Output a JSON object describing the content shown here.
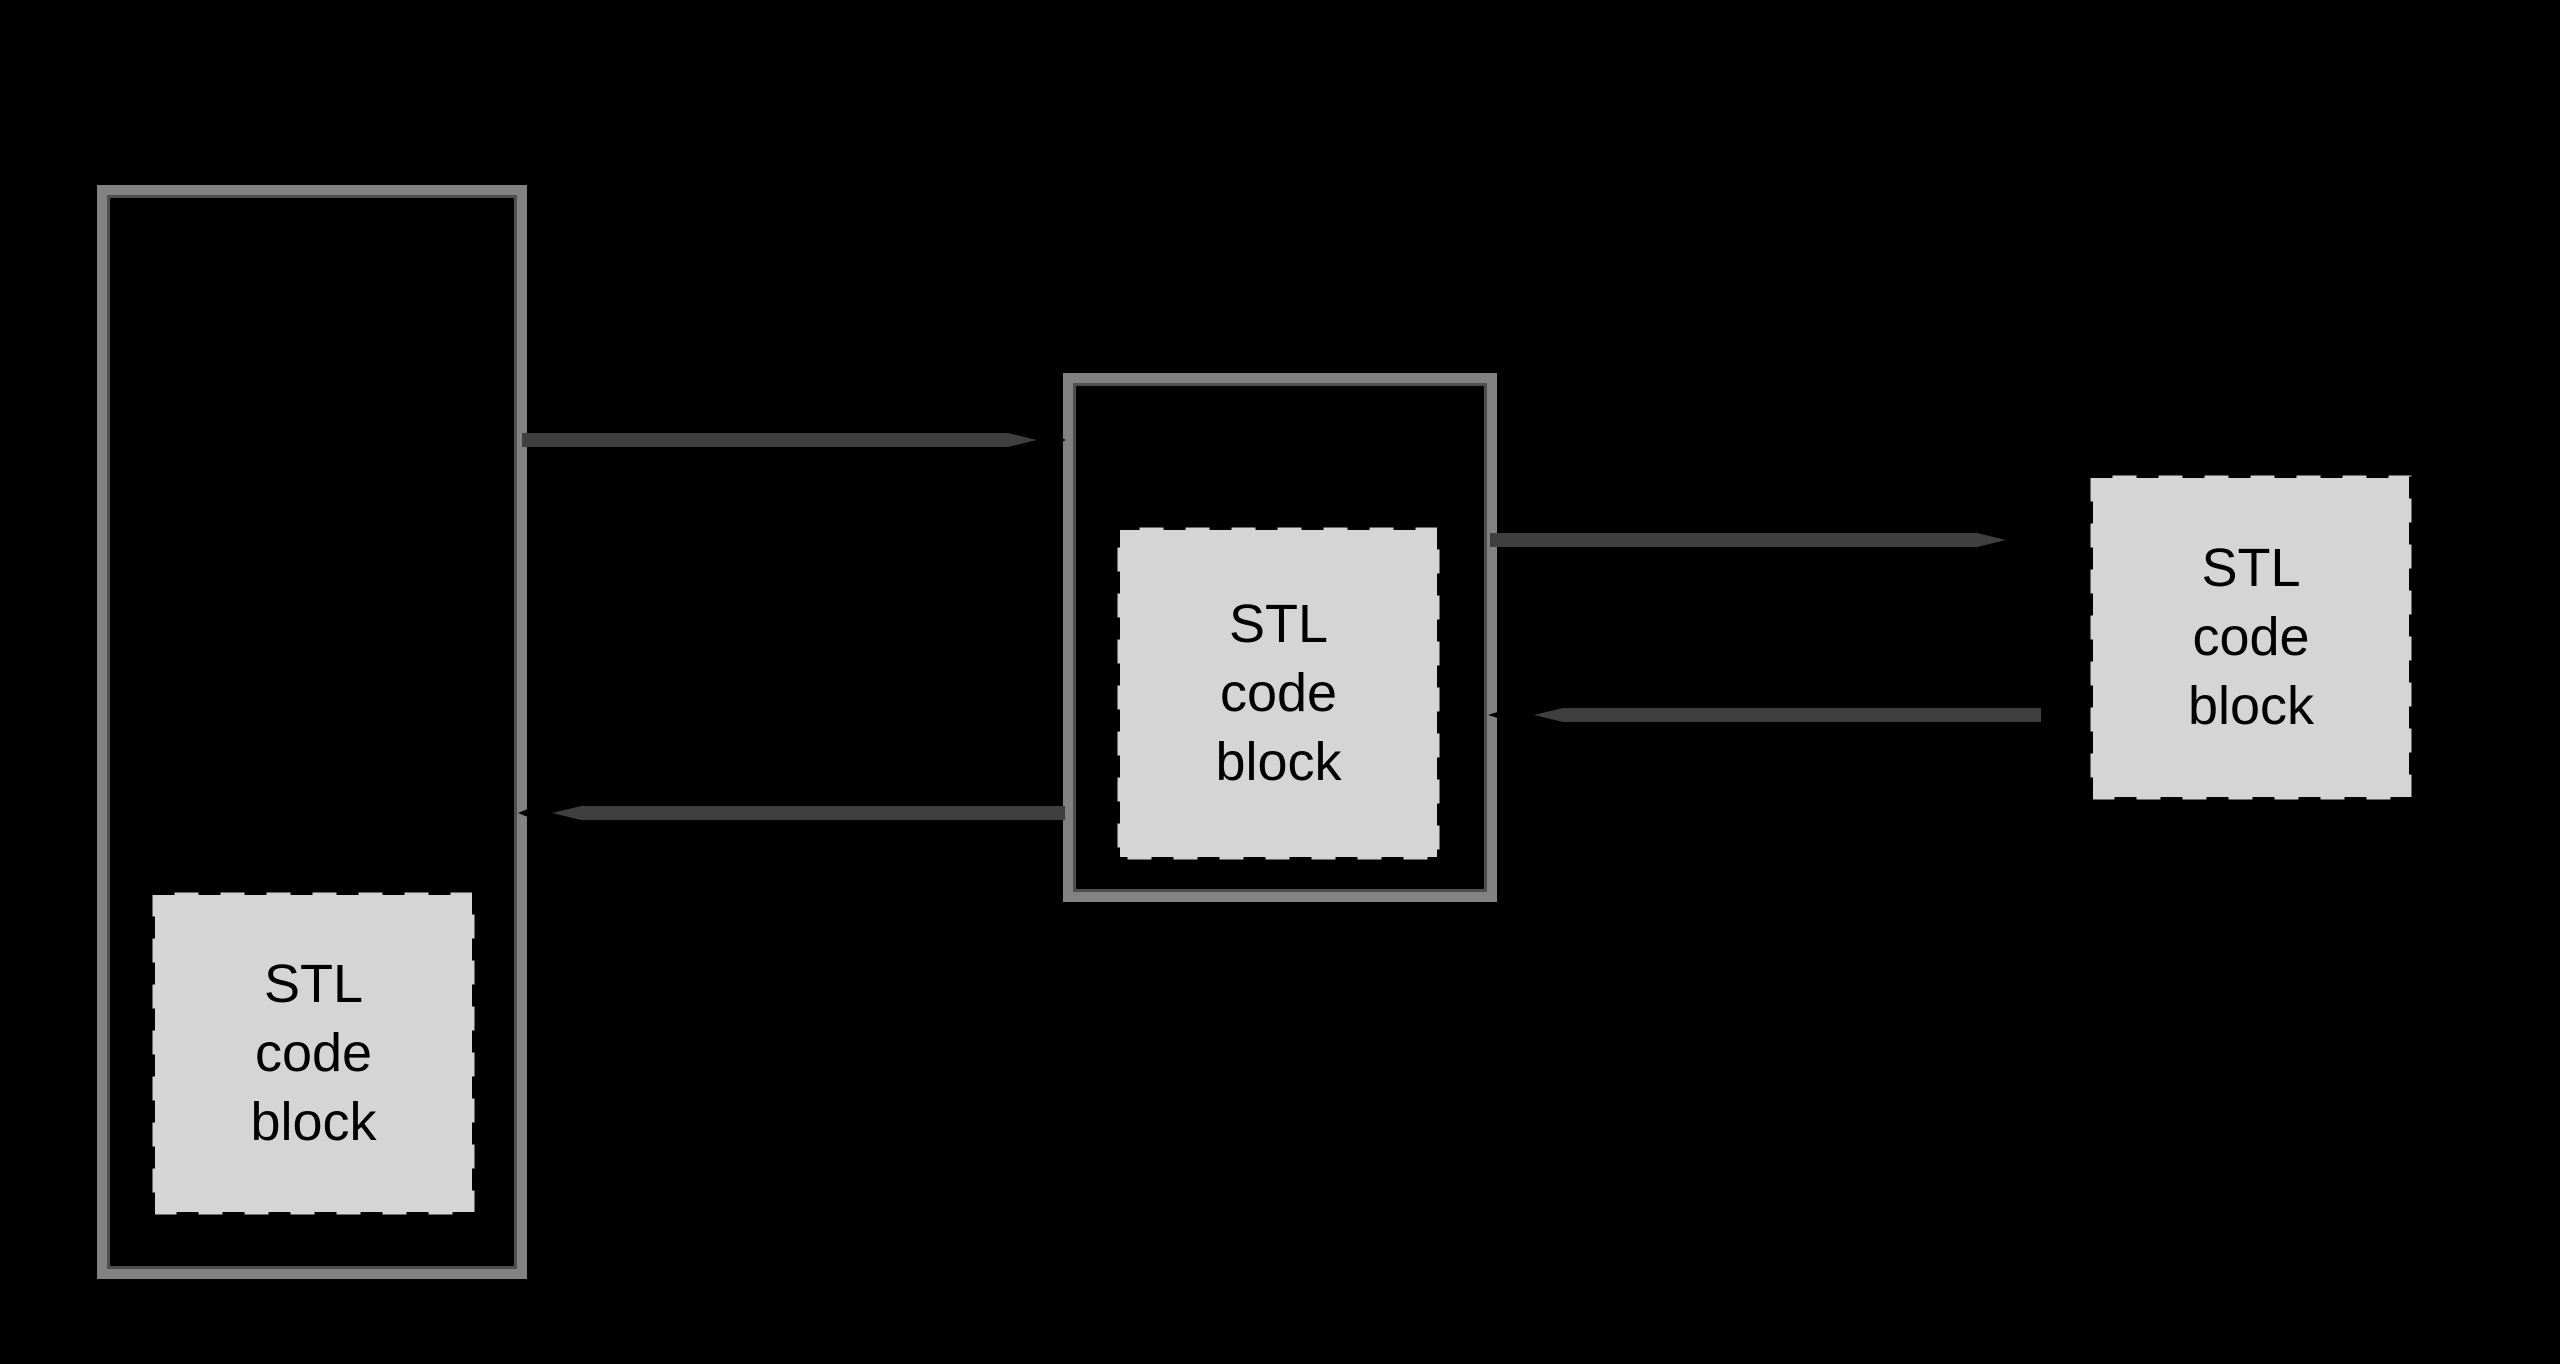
{
  "diagram": {
    "background": "#000000",
    "colors": {
      "container_border": "#828282",
      "container_border_inner_edge": "#4f4f4f",
      "block_fill": "#d5d5d5",
      "block_dash_border": "#000000",
      "arrow_shaft": "#3f3f3f",
      "arrow_head": "#000000",
      "label_text": "#000000"
    },
    "blocks": {
      "left": {
        "label": "STL\ncode\nblock"
      },
      "middle": {
        "label": "STL\ncode\nblock"
      },
      "right": {
        "label": "STL\ncode\nblock"
      }
    },
    "arrows": [
      {
        "name": "left-to-middle",
        "direction": "right"
      },
      {
        "name": "middle-to-left",
        "direction": "left"
      },
      {
        "name": "middle-to-right",
        "direction": "right"
      },
      {
        "name": "right-to-middle",
        "direction": "left"
      }
    ]
  }
}
